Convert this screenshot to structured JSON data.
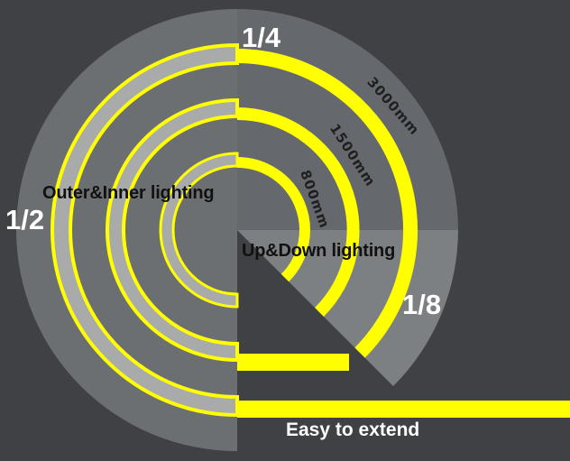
{
  "colors": {
    "background": "#3f4144",
    "disc": "#6c6f72",
    "quarter": "#65686c",
    "eighth": "#7d8083",
    "ring_fill": "#a9abab",
    "yellow": "#ffff00"
  },
  "labels": {
    "quarter": "1/4",
    "half": "1/2",
    "eighth": "1/8",
    "outer_inner": "Outer&Inner lighting",
    "up_down": "Up&Down lighting",
    "extend": "Easy to extend"
  },
  "dimensions": {
    "large": "3000mm",
    "medium": "1500mm",
    "small": "800mm"
  }
}
